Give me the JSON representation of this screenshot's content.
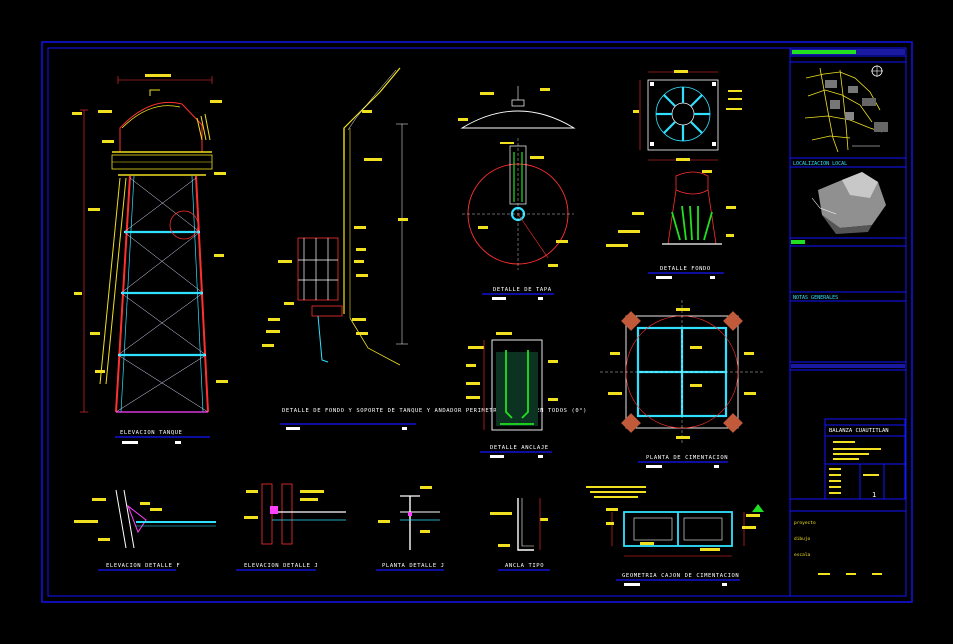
{
  "colors": {
    "background": "#000000",
    "frame": "#1515ff",
    "tower": "#f0e020",
    "structure": "#ff3030",
    "cyan": "#30e0ff",
    "green": "#20e020",
    "white": "#ffffff",
    "magenta": "#ff40ff"
  },
  "drawing_titles": {
    "tank_elevation": "ELEVACION TANQUE",
    "bottom_detail": "DETALLE DE FONDO Y SOPORTE DE TANQUE Y ANDADOR PERIMETRAL ANGULO EN TODOS (0°)",
    "plate_detail": "DETALLE DE TAPA",
    "bottom_detail_2": "DETALLE FONDO",
    "anchor_detail": "DETALLE ANCLAJE",
    "foundation_plan": "PLANTA DE CIMENTACION",
    "elevation_detail_f": "ELEVACION DETALLE F",
    "elevation_detail_j": "ELEVACION DETALLE J",
    "plan_detail_j": "PLANTA DETALLE J",
    "anchor_type": "ANCLA TIPO",
    "foundation_geometry": "GEOMETRIA CAJON DE CIMENTACION"
  },
  "title_block": {
    "location_label": "LOCALIZACION LOCAL",
    "notes_label": "NOTAS GENERALES",
    "project_name": "BALANZA CUAUTITLAN",
    "sheet_number": "1",
    "footer_labels": [
      "proyecto",
      "dibujo",
      "escala"
    ]
  }
}
